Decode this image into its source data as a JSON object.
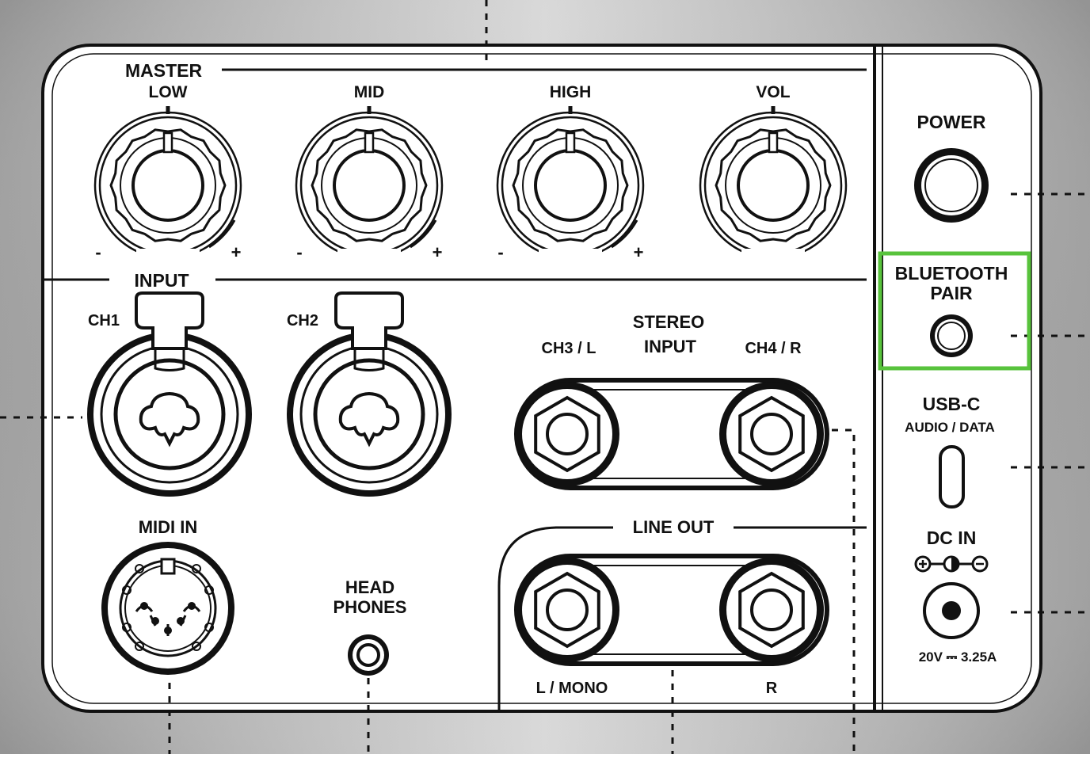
{
  "colors": {
    "bezel": "#a6a6a6",
    "panel": "#ffffff",
    "ink": "#111111",
    "highlight": "#58c33c"
  },
  "master": {
    "title": "MASTER",
    "knobs": [
      {
        "label": "LOW",
        "minus": "-",
        "plus": "+"
      },
      {
        "label": "MID",
        "minus": "-",
        "plus": "+"
      },
      {
        "label": "HIGH",
        "minus": "-",
        "plus": "+"
      },
      {
        "label": "VOL"
      }
    ]
  },
  "input": {
    "title": "INPUT",
    "ch1": "CH1",
    "ch2": "CH2",
    "stereo_line1": "STEREO",
    "stereo_line2": "INPUT",
    "ch3": "CH3 / L",
    "ch4": "CH4 / R"
  },
  "midi": {
    "label": "MIDI IN"
  },
  "headphones": {
    "line1": "HEAD",
    "line2": "PHONES"
  },
  "line_out": {
    "title": "LINE OUT",
    "left": "L / MONO",
    "right": "R"
  },
  "side": {
    "power": "POWER",
    "bt_line1": "BLUETOOTH",
    "bt_line2": "PAIR",
    "usb_title": "USB-C",
    "usb_sub": "AUDIO / DATA",
    "dc_title": "DC IN",
    "dc_rating": "20V ⎓ 3.25A",
    "dc_polarity": "⊕-◐-⊖"
  }
}
